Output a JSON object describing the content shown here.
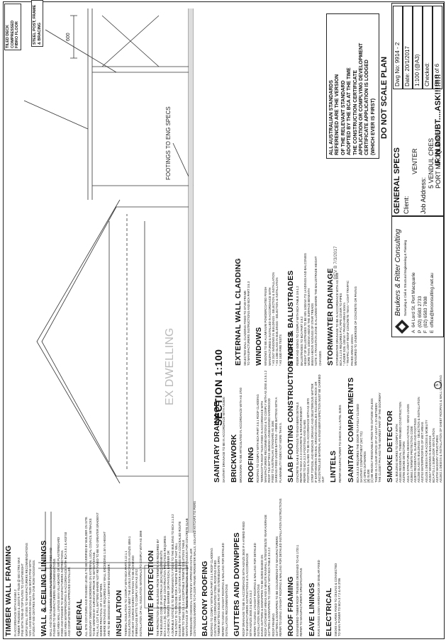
{
  "notes": [
    {
      "heading": "TIMBER WALL FRAMING",
      "lines": [
        "IN ACCORDANCE WITH AS1684.2",
        "TIMBER TRUSSES & JOISTS F7 70x35 @ 600 CTRS MAX",
        "PINE WITH 70/90-45 TOP PLATES TO LIGHTWEIGHT",
        "MGP10 WALL STUDS TO MANUFACTURERS RECOMMENDATIONS",
        "NON LOAD BEARING WALLS 70x35 MGP10 PINE WITH",
        "STUDS AT 600 CENTRES WITH ONE ROW NOGGINGS."
      ]
    },
    {
      "heading": "WALL & CEILING LININGS",
      "lines": [
        "WALL AND CEILING LINING 10mm PLASTERBOARD FIXED AND",
        "FINISHED TO MANUFACTURERS RECOMMENDATIONS",
        "WET AREA WALL LININGS 6mm VILLABOARD OR WR PLASTERBOARD",
        "FIXED AND FINISHED TO MANUFACTURERS INSTRUCTIONS.",
        "WET AREA WATERPROOFING IN ACCORDANCE WITH BCA 3.8.1 & AS3740",
        "AND COMPLETED BY AN APPROVED INSTALLER."
      ]
    },
    {
      "heading": "GENERAL",
      "lines": [
        "ALL SITE CONTOURS AND FINISHED LEVELS TO BE VERIFIED BY BUILDER ON SITE.",
        "BOUNDARY DIMENSIONS BORDERING ON EXTERNAL LOCAL COUNCIL SETBACKS",
        "TO BE VERIFIED BY SURVEYOR PRIOR TO SETOUT STAGE.",
        "FALL ALL CUT & FILL BATTERS WHERE NOT RETAINED TO BE NO GREATER GRADIENT",
        "WHERE PRACTICAL OF 1:1 BATTERS.",
        "WHERE RETAINING IS REQUIRED ANY WALL EXCEEDING 1.0m IN HEIGHT",
        "ARE TO BE DESIGNED BY A CERTIFIED ENGINEER."
      ]
    },
    {
      "heading": "INSULATION",
      "lines": [
        "THERMAL INSULATION TO COMPLY WITH BCA PART 3.12.1.1",
        "INSULATION SHOULD MEET THE LEVELS SPECIFIED IN AS/NZS 4859.1",
        "FOR HEAT SOURCE ENERGY RATINGS TO BE ACHIEVED",
        "FIBREGLASS BATTS TO COMPLY WITH AS 3742",
        "INSTALLATION OF ALL INSULATION MATERIALS TO COMPLY WITH AS 3999"
      ]
    },
    {
      "heading": "TERMITE PROTECTION",
      "lines": [
        "THE PROTECTION OF BUILDINGS FROM TERMITE AS REQUIRED BY",
        "THE BUILDING CODE OF AUSTRALIA (BCA) REQUIREMENTS",
        "BCA 3.1.3.1 (B). ACCEPTABLE CONSTRUCTION PRACTICES REQUIRES",
        "A CHEMICAL TERMITE BARRIER OR PHYSICAL BARRIER OR",
        "A DURABLE NOTICE IS TO BE PERMANENTLY FIXED TO THE BUILDING TO BCA 3.1.3.2",
        "THE INTENT IS TO PROVIDE FOR A TERMITE BARRIER THAT WILL",
        "ENSURE THAT TERMITE WILL NOT ENTER A BUILDING BY A CONCEALED ROUTE",
        "REFER TO TABLE 3.1.3.1 ACCEPTABLE TERMITE SOLUTIONS TABLE",
        "MAINTENANCE OF TERMITE PROTECTION IS CONTINUOUS FOR CONCRETE SLAB",
        "TERMIGUARD CHEMICAL SYSTEM BY APPROVED INSTALLER",
        "CONTINUOUS BARRIER TO FLOOR FRAME PERIMETER WALLS, ISOLATED ANTCAPS TO PIERS"
      ]
    },
    {
      "heading": "BALCONY ROOFING",
      "lines": [
        "ROOFING TO COMPLY WITH BCA PART 3.5.1 ROOF CLADDING",
        "CUSTOM ORB CORRUGATED STEEL ROOFING FIXED",
        "TIMBER BATTENS 90x35 F8 AT 900 INTERMEDIATE SPAN",
        "REFER TO USING LYSAGHT ROOFING & WALLING FOR DETAILED",
        "INSTALLATION RECOMMENDATIONS"
      ]
    },
    {
      "heading": "GUTTERS AND DOWNPIPES",
      "lines": [
        "ROOF DRAINAGE TO BE IN ACCORDANCE WITH AS/NZS 3500 IF A HYBRID FIXED",
        "TO MANUFACTURERS INSTRUCTIONS & IN ACCORDANCE",
        "WITH AS/NZS 3500.3 & BCA 3.5.2",
        "REFER TO USING LYSAGHT ROOFING & WALLING FOR DETAILED",
        "INSTALLATION RECOMMENDATIONS",
        "EAVES GUTTERS & DOWNPIPES TO BE SIZED BASED ON",
        "ROOF CATCHMENT AREAS AND 5 MINUTE RAINFALL INTENSITIES/20 YEAR AVERAGE",
        "GUTTERS & DOWNPIPES TO COMPLY WITH BCA TABLE 3.5.2.2",
        "ROOF FRAMING",
        "GUTTERS & DOWNPIPES TO BE COLOURBOND TO MANUFACTURERS",
        "REFER TO USING LYSAGHT ROOFING & WALLING FOR DETAILED INSTALLATION INSTRUCTIONS"
      ]
    },
    {
      "heading": "ROOF FRAMING",
      "lines": [
        "ENGINEERED TIMBER ROOF TRUSSES DESIGNED TO AS 1720.1",
        "REFER TO MANUFACTURER'S SPECIFICATIONS"
      ]
    },
    {
      "heading": "EAVE LININGS",
      "lines": [
        "EAVE LININGS 4.5mm HARDI-FLEX OR SIMILAR FIXED"
      ]
    },
    {
      "heading": "ELECTRICAL",
      "lines": [
        "SMOKE ALARMS FIXED TO CEILING & CONNECTED",
        "TO MAIN POWER TO BCA 3.7.2 & AS 3786"
      ]
    }
  ],
  "notes2": [
    {
      "heading": "SANITARY DRAINAGE",
      "lines": [
        "SANITARY DRAINAGE TO BE IN ACCORDANCE WITH AS3500"
      ]
    },
    {
      "heading": "BRICKWORK",
      "lines": [
        "BRICKWORK TO BE ARTICULATED IN ACCORDANCE WITH AS 3700"
      ]
    },
    {
      "heading": "ROOFING",
      "lines": [
        "ROOFING TO COMPLY WITH BCA PART 3.5.1 ROOF CLADDING",
        "TERRACOTTA ROOF TILES FIXED IN ACCORDANCE WITH",
        "MANUFACTURERS RECOMMENDATIONS & TO COMPLY WITH AS 2050 & 3.5.1.2",
        "ROOF TILE BATTENS 38x50mm UNSEASONED HARDWOOD",
        "FIXED TO AUSTRALIAN STANDARD AS 1684",
        "SARKING FIXED UNDER BATTENS - FIBRE BATTENS WITH A",
        "FLAMMABILITY INDEX NOT MORE THAN 5."
      ]
    },
    {
      "heading": "SLAB FOOTING CONSTRUCTION NOTES",
      "lines": [
        "CONCRETE SLAB & FOOTINGS TO ENGINEERS DETAILS",
        "REFER TO BCA 3.2.3 CONCRETE & REINFORCEMENT",
        "REFER TO BCA 3.2.5 FOOTINGS AND SLABS",
        "FOOTINGS & SLABS TO BE IN ACCORDANCE WITH AS 2870",
        "STRIP TOPSOIL AND REMOVE ORGANIC AND DELETERIOUS MATTER",
        "IF EARTHWORKS REVEAL GROUND ANOMALIES INCLUDING ROCK OR",
        "UNCONTROLLED MATERIAL AN ENGINEER INSPECTION MUST BE CARRIED",
        "OUT"
      ]
    },
    {
      "heading": "LINTELS",
      "lines": [
        "REFER MANUFACTURER TO CHECK ALL LINTEL SIZES"
      ]
    },
    {
      "heading": "SANITARY COMPARTMENTS",
      "lines": [
        "BCA 3.8.3.3 REQUIRES THE DOOR TO A FULLY CLOSED",
        "SANITARY COMPARTMENT (WC TO):",
        "(A) OPEN OUTWARDS",
        "(B) SLIDE",
        "(C) BE READILY REMOVABLE FROM THE OUTSIDE UNLESS",
        "THERE IS A CLEAR SPACE OF AT LEAST 1.2m BETWEEN",
        "THE CLOSET PAN AND THE NEAREST PART OF THE DOORWAY"
      ]
    },
    {
      "heading": "SMOKE DETECTOR",
      "lines": [
        "ALL BUILDING WORKS TO COMPLY WITH:",
        "AS1684    RESIDENTIAL TIMBER FRAMED CONSTRUCTION",
        "AS3786    SMOKE DETECTORS",
        "AS1170    STRUCTURAL DESIGN ACTIONS - WIND LOADS",
        "AS3660.1  TERMITE PROTECTION CODE",
        "AS2870    RESIDENTIAL SLABS AND FOOTINGS",
        "AS1288    GLASS IN BUILDINGS - SELECTION & INSTALLATION",
        "AS3740    WATERPROOFING OF WET AREAS",
        "AS1428.1  DESIGN FOR ACCESS & MOBILITY",
        "AS2047    WINDOWS IN BUILDINGS",
        "BCA PT3.4.1 SUBFLOOR VENTILATION",
        "AS3700    MASONRY STRUCTURES",
        "AS1562.1  DESIGN & INSTALLATION OF SHEET ROOFING & WALL CLADDING"
      ]
    }
  ],
  "notes3": [
    {
      "heading": "EXTERNAL WALL CLADDING",
      "lines": [
        "SELECTED WALL CLADDING FIXED TO STUD FRAME",
        "TO MANUFACTURERS INSTRUCTIONS AND BCA PART 3.5.3"
      ]
    },
    {
      "heading": "WINDOWS",
      "lines": [
        "WINDOWS TO BE ALUMINIUM POWDERCOATED FINISH",
        "MANUFACTURED & INSTALLED IN ACCORDANCE WITH",
        "* AS 2047  WINDOWS IN BUILDINGS - SELECTION & INSTALLATION",
        "* AS 1288  GLASS IN BUILDINGS - SELECTION & INSTALLATION",
        "* AS 1530  FIRE TESTS"
      ]
    },
    {
      "heading": "STAIRS & BALUSTRADES",
      "lines": [
        "RISER AND GOING TO COMPLY WITH BCA TABLE 3.9.1.2",
        "BALUSTRADES TO BCA PART 3.9.2",
        "HEIGHT OF BALUSTRADES TO BE MIN 1000mm TO LANDINGS AND BALCONIES",
        "MORE THAN 1000mm ABOVE THE SURFACE BENEATH",
        "865mm ABOVE NOSINGS OF STAIR TREADS",
        "NOTE: A TRANSITION ZONE IS ALLOWED WHERE THE BALUSTRADE HEIGHT",
        "CHANGES"
      ]
    },
    {
      "heading": "STORMWATER DRAINAGE",
      "lines": [
        "STORMWATER DRAINAGE TO BE IN ACCORDANCE WITH AS 3500",
        "BCA 3.1.2.5 REQUIRES PVC PIPE COVER TO PIPES",
        "* UNDER SOIL 100mm * PAVED AREAS 50mm",
        "* TRAFFIC LIGHT REINF CONCRETE 75mm * LIGHT TRAFFIC",
        "PAVED AREAS 100mm",
        "MEASURED TO UNDERSIDE OF CONCRETE OR PAVING"
      ]
    }
  ],
  "section_title": "SECTION 1:100",
  "ex_dwelling": "EX DWELLING",
  "footings_note": "FOOTINGS TO ENG SPECS",
  "dim_600": "600",
  "callouts": {
    "tiled_deck": [
      "TILED DECK",
      "COMPRESSED",
      "FIBRO FLOOR"
    ],
    "steel_post": [
      "STEEL POST, FRAME",
      "& BRACING"
    ]
  },
  "rev": "REV B 7/3/2017",
  "doubt": "IF IN DOUBT....ASK!!!!!!!!",
  "smoke_symbol": "S",
  "standards_note": [
    "ALL AUSTRALIAN STANDARDS",
    "REFERENCED ARE THE VERSION",
    "OF THE RELEVANT STANDARD",
    "ADOPTED BY THE BCA AT THE TIME",
    "THE CONSTRUCTION CERTIFICATE",
    "APPLICATION OR COMPLYING DEVELOPMENT",
    "CERTIFICATE APPLICATION IS LODGED",
    "(WHICH EVER IS FIRST)"
  ],
  "do_not_scale": "DO NOT SCALE PLAN",
  "company": {
    "name": "Beukers & Ritter Consulting",
    "tagline": "Surveying & Civil & Structural Engineering & Planning",
    "address_label": "A",
    "address": "64 Lord St, Port Macquarie",
    "phone_label": "P",
    "phone": "(02) 6583 2733",
    "fax_label": "F",
    "fax": "(02) 6583 7808",
    "email_label": "E",
    "email": "office@brconsulting.net.au"
  },
  "title_block": {
    "drawing_title": "GENERAL SPECS",
    "client_label": "Client:",
    "client": "VENTER",
    "job_label": "Job Address:",
    "job_line1": "5 VENDUL CRES",
    "job_line2": "PORT MACQUARIE",
    "dwg_label": "Dwg No:",
    "dwg": "9914 - 2",
    "date_label": "Date:",
    "date": "20/1/2017",
    "scale": "1:100 (@A3)",
    "checked_label": "Checked:",
    "sh_label": "Sh",
    "sh": "5",
    "of_label": "of",
    "of": "6"
  }
}
